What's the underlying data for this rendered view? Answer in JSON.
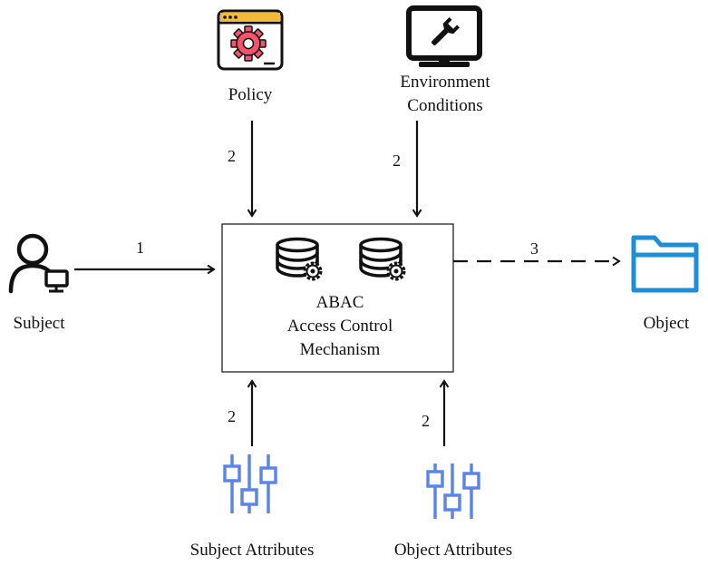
{
  "diagram": {
    "policy_label": "Policy",
    "environment_label_line1": "Environment",
    "environment_label_line2": "Conditions",
    "subject_label": "Subject",
    "object_label": "Object",
    "mechanism_line1": "ABAC",
    "mechanism_line2": "Access Control",
    "mechanism_line3": "Mechanism",
    "subject_attributes_label": "Subject Attributes",
    "object_attributes_label": "Object Attributes",
    "step_subject": "1",
    "step_policy": "2",
    "step_environment": "2",
    "step_subject_attributes": "2",
    "step_object_attributes": "2",
    "step_object": "3"
  },
  "colors": {
    "gear_red": "#F2546A",
    "attribute_blue": "#5B86E5",
    "folder_blue": "#1E8FD6",
    "stroke_black": "#111111"
  },
  "icons": [
    "policy-settings-icon",
    "monitor-wrench-icon",
    "user-computer-icon",
    "database-gear-icon",
    "folder-icon",
    "sliders-icon"
  ]
}
